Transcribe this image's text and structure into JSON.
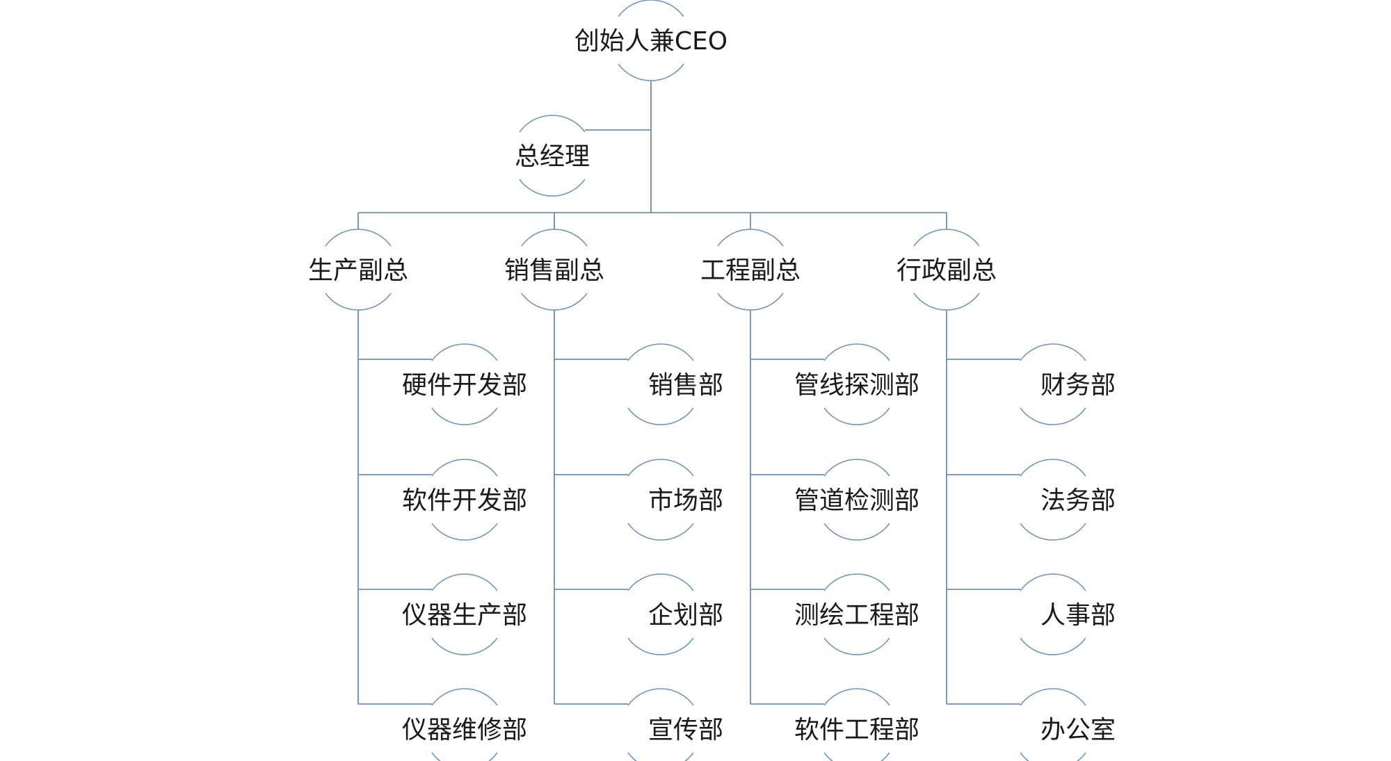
{
  "org_chart": {
    "root": {
      "label": "创始人兼CEO"
    },
    "assistant": {
      "label": "总经理"
    },
    "vice_presidents": [
      {
        "label": "生产副总",
        "departments": [
          "硬件开发部",
          "软件开发部",
          "仪器生产部",
          "仪器维修部"
        ]
      },
      {
        "label": "销售副总",
        "departments": [
          "销售部",
          "市场部",
          "企划部",
          "宣传部"
        ]
      },
      {
        "label": "工程副总",
        "departments": [
          "管线探测部",
          "管道检测部",
          "测绘工程部",
          "软件工程部"
        ]
      },
      {
        "label": "行政副总",
        "departments": [
          "财务部",
          "法务部",
          "人事部",
          "办公室"
        ]
      }
    ]
  },
  "colors": {
    "line": "#5a7fa5",
    "arc": "#6f93b8",
    "text": "#1a1a1a",
    "background": "#ffffff"
  }
}
